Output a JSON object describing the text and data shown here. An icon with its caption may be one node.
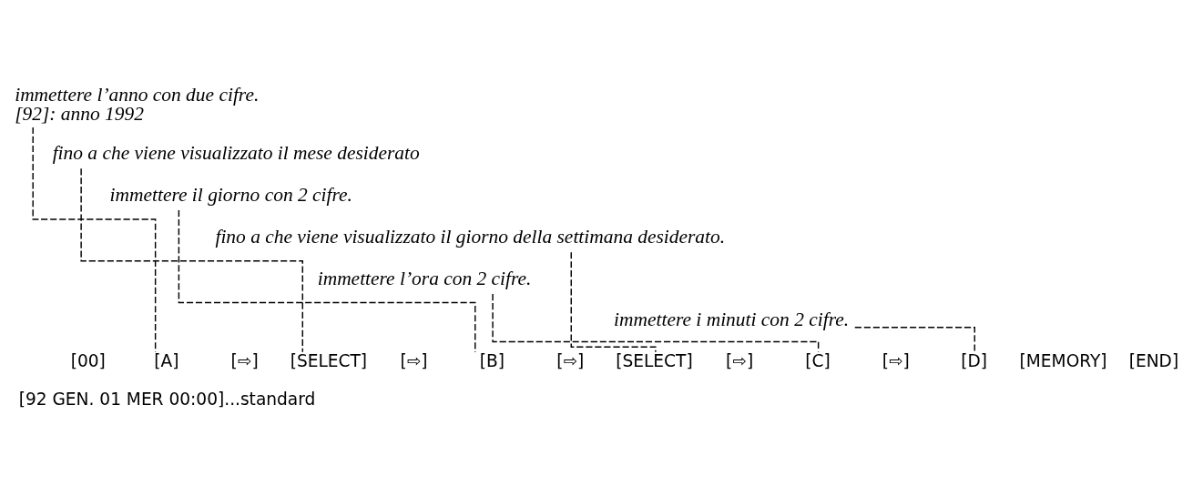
{
  "diagram": {
    "nodes": [
      {
        "text": [
          "immettere l’anno con due cifre.",
          "[92]: anno 1992"
        ]
      },
      {
        "text": [
          "fino a che viene visualizzato il mese desiderato"
        ]
      },
      {
        "text": [
          "immettere il giorno con 2 cifre."
        ]
      },
      {
        "text": [
          "fino a che viene visualizzato il giorno della settimana desiderato."
        ]
      },
      {
        "text": [
          "immettere l’ora con 2 cifre."
        ]
      },
      {
        "text": [
          "immettere i minuti con 2 cifre."
        ]
      },
      {
        "text": [
          "[00]"
        ]
      },
      {
        "text": [
          "[A]"
        ]
      },
      {
        "text": [
          "[⇨]"
        ]
      },
      {
        "text": [
          "[SELECT]"
        ]
      },
      {
        "text": [
          "[⇨]"
        ]
      },
      {
        "text": [
          "[B]"
        ]
      },
      {
        "text": [
          "[⇨]"
        ]
      },
      {
        "text": [
          "[SELECT]"
        ]
      },
      {
        "text": [
          "[⇨]"
        ]
      },
      {
        "text": [
          "[C]"
        ]
      },
      {
        "text": [
          "[⇨]"
        ]
      },
      {
        "text": [
          "[D]"
        ]
      },
      {
        "text": [
          "[MEMORY]"
        ]
      },
      {
        "text": [
          "[END]"
        ]
      }
    ],
    "edges": [
      {
        "from": 0,
        "to": 7,
        "arrow": "none",
        "style": "dashed"
      },
      {
        "from": 1,
        "to": 9,
        "arrow": "none",
        "style": "dashed"
      },
      {
        "from": 2,
        "to": 11,
        "arrow": "none",
        "style": "dashed"
      },
      {
        "from": 3,
        "to": 13,
        "arrow": "none",
        "style": "dashed"
      },
      {
        "from": 4,
        "to": 15,
        "arrow": "none",
        "style": "dashed"
      },
      {
        "from": 5,
        "to": 17,
        "arrow": "none",
        "style": "dashed"
      }
    ],
    "labels": [
      "[92 GEN. 01 MER 00:00]...standard"
    ]
  }
}
